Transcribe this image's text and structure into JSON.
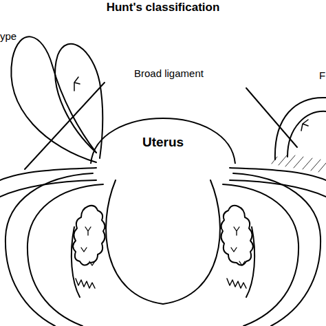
{
  "diagram": {
    "title": "Hunt's classification",
    "nodes": [
      {
        "text": [
          "Uterus"
        ]
      }
    ],
    "labels": [
      "ype",
      "Broad ligament",
      "F"
    ]
  }
}
